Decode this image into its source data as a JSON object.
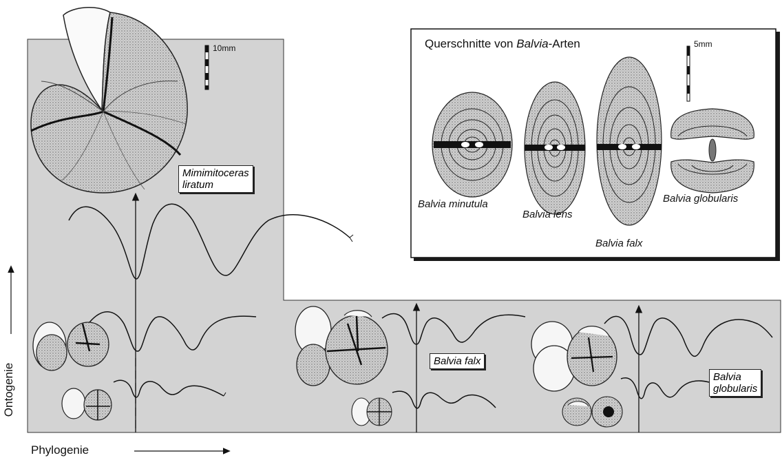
{
  "labels": {
    "mimimitoceras": [
      "Mimimitoceras",
      "liratum"
    ],
    "balvia_falx": "Balvia falx",
    "balvia_globularis": [
      "Balvia",
      "globularis"
    ]
  },
  "inset": {
    "title_prefix": "Querschnitte von ",
    "title_genus": "Balvia",
    "title_suffix": "-Arten",
    "scale_label": "5mm",
    "species": [
      "Balvia minutula",
      "Balvia lens",
      "Balvia falx",
      "Balvia globularis"
    ]
  },
  "main_scale_label": "10mm",
  "axes": {
    "y_label": "Ontogenie",
    "x_label": "Phylogenie"
  },
  "colors": {
    "panel_fill": "#d3d3d3",
    "shell_fill": "#bdbdbd",
    "line": "#1a1a1a"
  }
}
